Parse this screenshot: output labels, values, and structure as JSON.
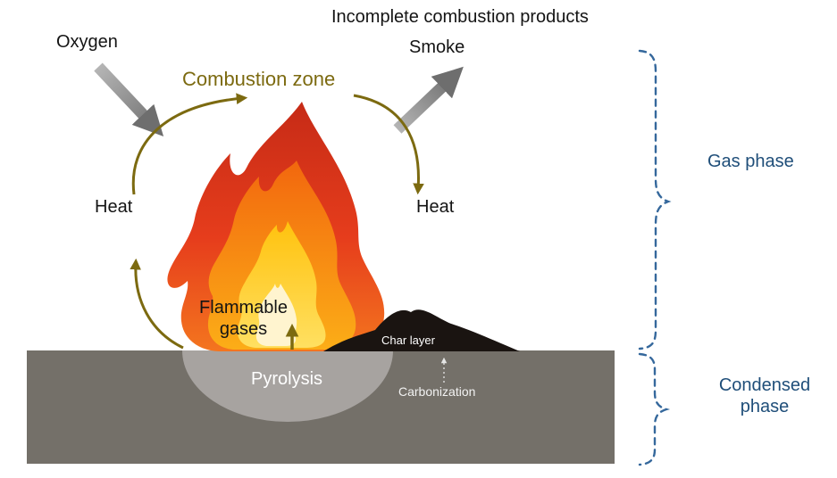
{
  "diagram": {
    "labels": {
      "incomplete_combustion_products": "Incomplete combustion products",
      "smoke": "Smoke",
      "oxygen": "Oxygen",
      "combustion_zone": "Combustion zone",
      "heat_left": "Heat",
      "heat_right": "Heat",
      "flammable_gases": "Flammable gases",
      "pyrolysis": "Pyrolysis",
      "char_layer": "Char layer",
      "carbonization": "Carbonization",
      "gas_phase": "Gas phase",
      "condensed_phase": "Condensed phase"
    },
    "colors": {
      "combustion_cycle_arrow": "#7c6a10",
      "phase_label_text": "#1f4e79",
      "brace": "#35689c",
      "ground": "#747069",
      "pyrolysis_zone": "#a7a3a0",
      "char": "#1a1411",
      "gray_arrow_head": "#6e6e6e",
      "flame_red": "#d32f1b",
      "flame_orange": "#f7941d",
      "flame_yellow": "#ffd23f",
      "flame_core": "#fff4cf"
    }
  }
}
